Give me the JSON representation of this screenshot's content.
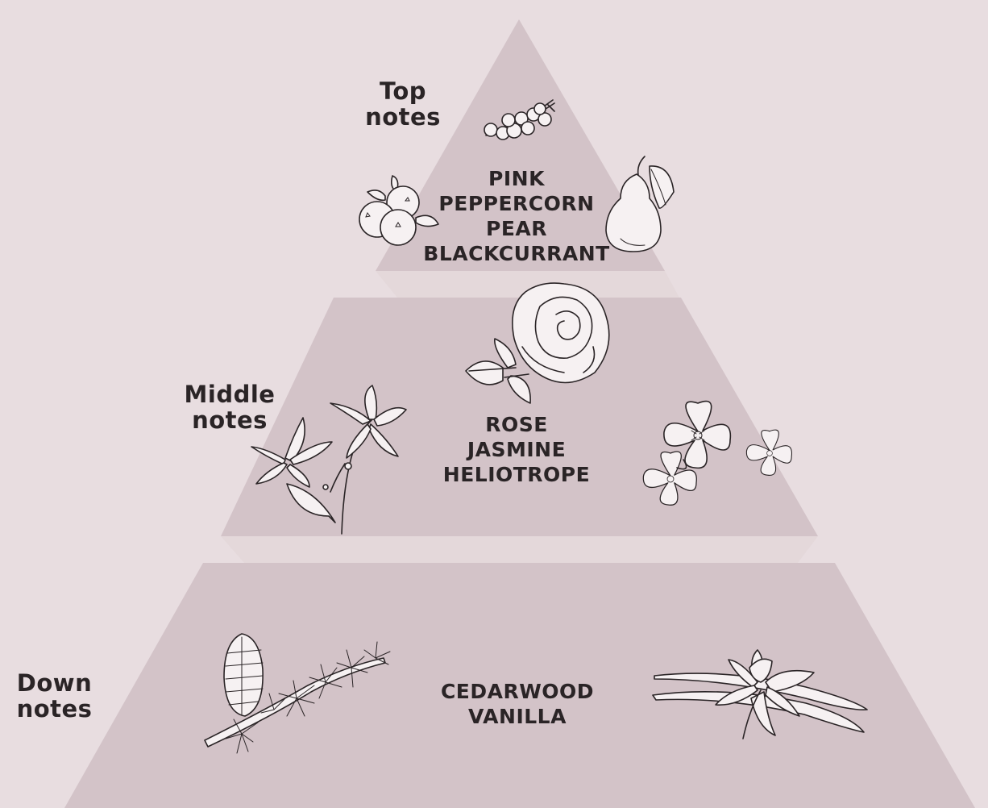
{
  "colors": {
    "background": "#e8dde0",
    "tier_fill": "#d3c3c8",
    "connector_fill": "#e4d8da",
    "ink": "#2a2426"
  },
  "tiers": {
    "top": {
      "label_line1": "Top",
      "label_line2": "notes",
      "notes": [
        "PINK",
        "PEPPERCORN",
        "PEAR",
        "BLACKCURRANT"
      ],
      "icons": [
        "pink-peppercorn-icon",
        "blackcurrant-icon",
        "pear-icon"
      ]
    },
    "middle": {
      "label_line1": "Middle",
      "label_line2": "notes",
      "notes": [
        "ROSE",
        "JASMINE",
        "HELIOTROPE"
      ],
      "icons": [
        "rose-icon",
        "jasmine-icon",
        "heliotrope-icon"
      ]
    },
    "down": {
      "label_line1": "Down",
      "label_line2": "notes",
      "notes": [
        "CEDARWOOD",
        "VANILLA"
      ],
      "icons": [
        "cedar-branch-icon",
        "vanilla-flower-icon"
      ]
    }
  }
}
